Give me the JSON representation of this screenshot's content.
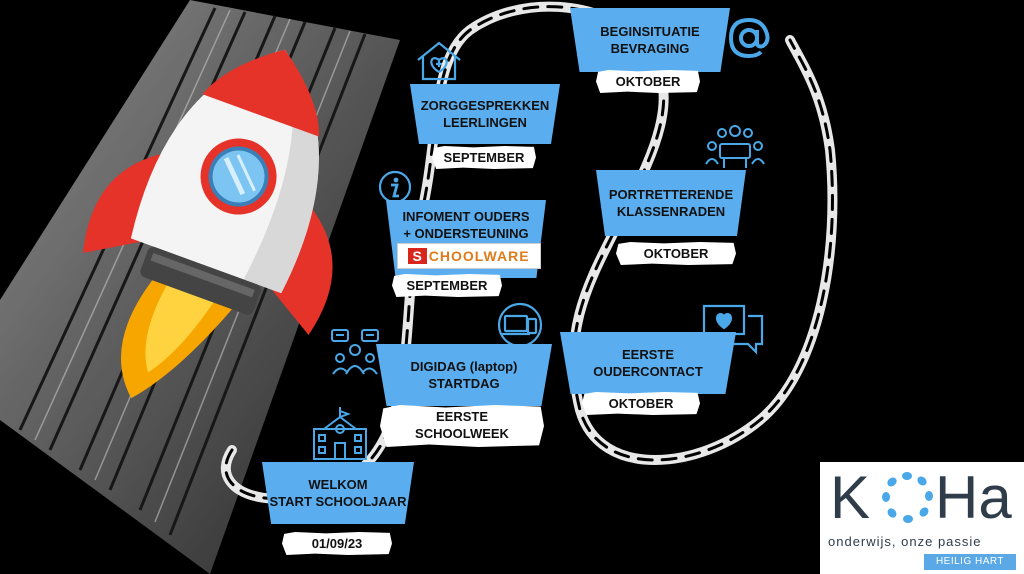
{
  "colors": {
    "background": "#000000",
    "banner_blue": "#5aaef0",
    "icon_blue": "#4aa8e8",
    "rocket_red": "#e6332a",
    "rocket_white": "#f4f4f4",
    "flame_orange": "#f7a600",
    "path_white": "#e8e8e8"
  },
  "milestones": [
    {
      "id": "welkom",
      "title_lines": [
        "WELKOM",
        "START SCHOOLJAAR"
      ],
      "date_lines": [
        "01/09/23"
      ],
      "icon": "school-building-icon"
    },
    {
      "id": "digidag",
      "title_lines": [
        "DIGIDAG (laptop)",
        "STARTDAG"
      ],
      "date_lines": [
        "EERSTE",
        "SCHOOLWEEK"
      ],
      "icon": "laptop-devices-icon",
      "icon2": "group-chat-icon"
    },
    {
      "id": "infoment",
      "title_lines": [
        "INFOMENT OUDERS",
        "+ ONDERSTEUNING"
      ],
      "date_lines": [
        "SEPTEMBER"
      ],
      "icon": "info-icon"
    },
    {
      "id": "zorggesprekken",
      "title_lines": [
        "ZORGGESPREKKEN",
        "LEERLINGEN"
      ],
      "date_lines": [
        "SEPTEMBER"
      ],
      "icon": "home-care-icon"
    },
    {
      "id": "beginsituatie",
      "title_lines": [
        "BEGINSITUATIE",
        "BEVRAGING"
      ],
      "date_lines": [
        "OKTOBER"
      ],
      "icon": "at-sign-icon"
    },
    {
      "id": "portretterende",
      "title_lines": [
        "PORTRETTERENDE",
        "KLASSENRADEN"
      ],
      "date_lines": [
        "OKTOBER"
      ],
      "icon": "meeting-table-icon"
    },
    {
      "id": "oudercontact",
      "title_lines": [
        "EERSTE",
        "OUDERCONTACT"
      ],
      "date_lines": [
        "OKTOBER"
      ],
      "icon": "chat-heart-icon"
    }
  ],
  "schoolware": {
    "first": "S",
    "rest": "CHOOLWARE"
  },
  "logo": {
    "letter_k": "K",
    "letters_ha": "Ha",
    "tagline": "onderwijs, onze passie",
    "subtitle": "HEILIG HART"
  }
}
